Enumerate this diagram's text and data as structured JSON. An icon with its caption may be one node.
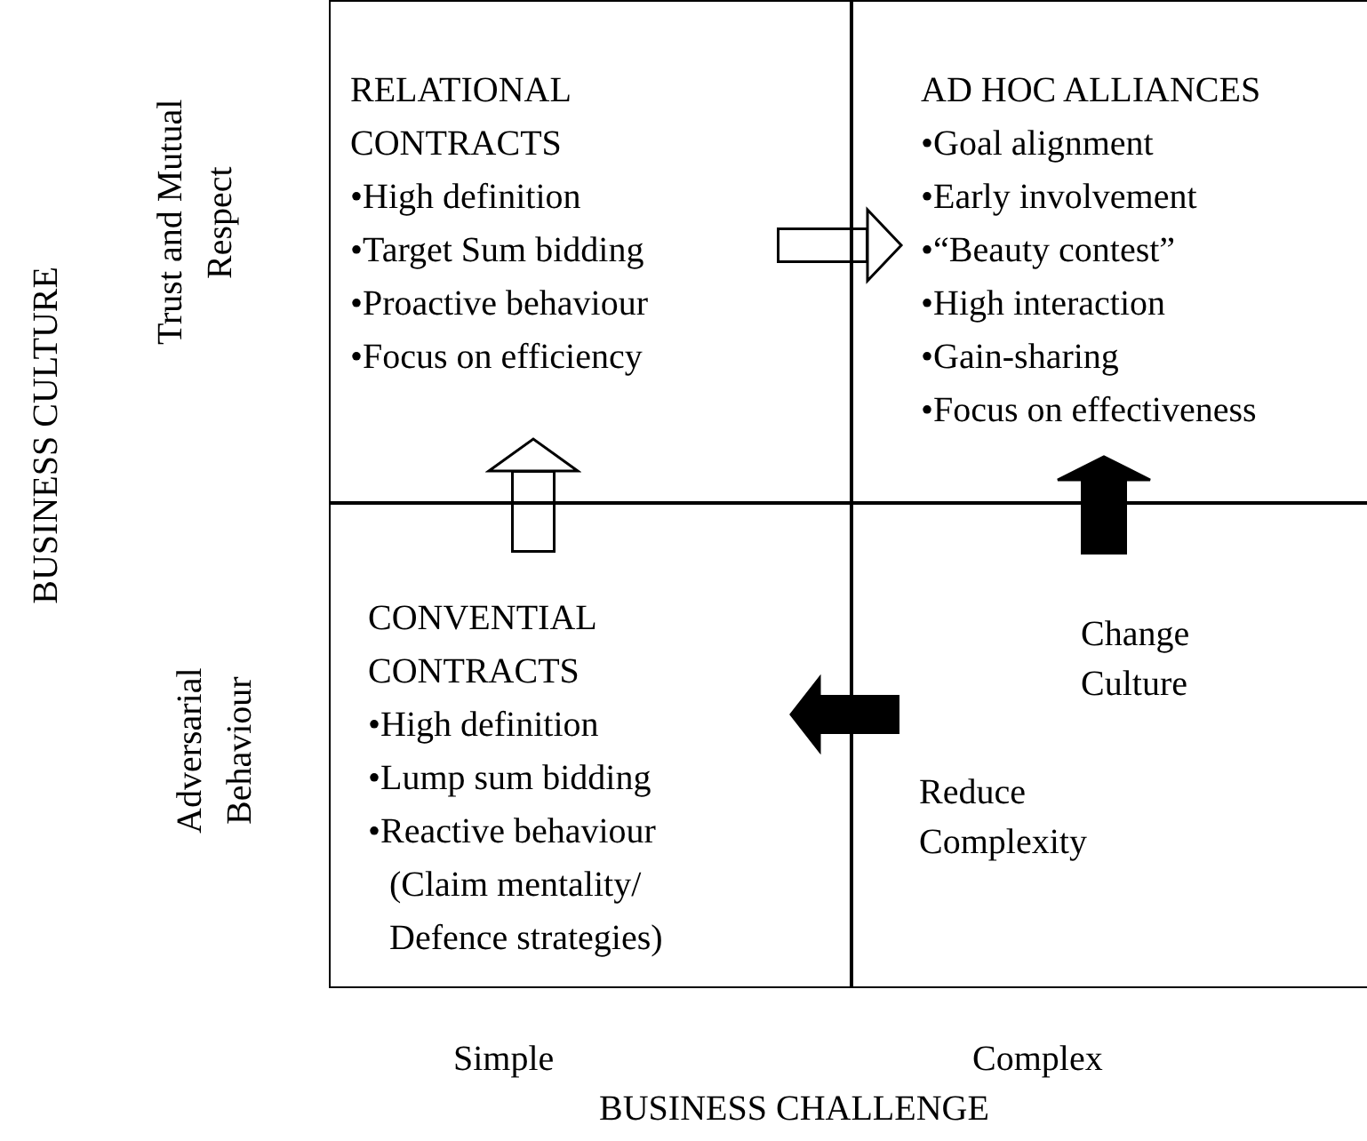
{
  "diagram": {
    "nodes": [
      {
        "text": [
          "RELATIONAL CONTRACTS",
          "•High definition",
          "•Target Sum bidding",
          "•Proactive behaviour",
          "•Focus on efficiency"
        ]
      },
      {
        "text": [
          "AD HOC ALLIANCES",
          "•Goal alignment",
          "•Early involvement",
          "•“Beauty contest”",
          "•High interaction",
          "•Gain-sharing",
          "•Focus on effectiveness"
        ]
      },
      {
        "text": [
          "CONVENTIAL CONTRACTS",
          "•High definition",
          "•Lump sum bidding",
          "•Reactive behaviour (Claim mentality/ Defence strategies)"
        ]
      },
      {
        "text": [],
        "shape": "box"
      }
    ],
    "edges": [
      {
        "from": 0,
        "to": 1,
        "arrow": "to"
      },
      {
        "from": 2,
        "to": 0,
        "arrow": "to"
      },
      {
        "from": 3,
        "to": 1,
        "arrow": "to",
        "label": "Change Culture",
        "color": "#000000"
      },
      {
        "from": 3,
        "to": 2,
        "arrow": "to",
        "label": "Reduce Complexity",
        "color": "#000000"
      }
    ],
    "labels": [
      "BUSINESS CULTURE",
      "Trust and Mutual Respect",
      "Adversarial Behaviour",
      "Simple",
      "Complex",
      "BUSINESS CHALLENGE"
    ]
  }
}
